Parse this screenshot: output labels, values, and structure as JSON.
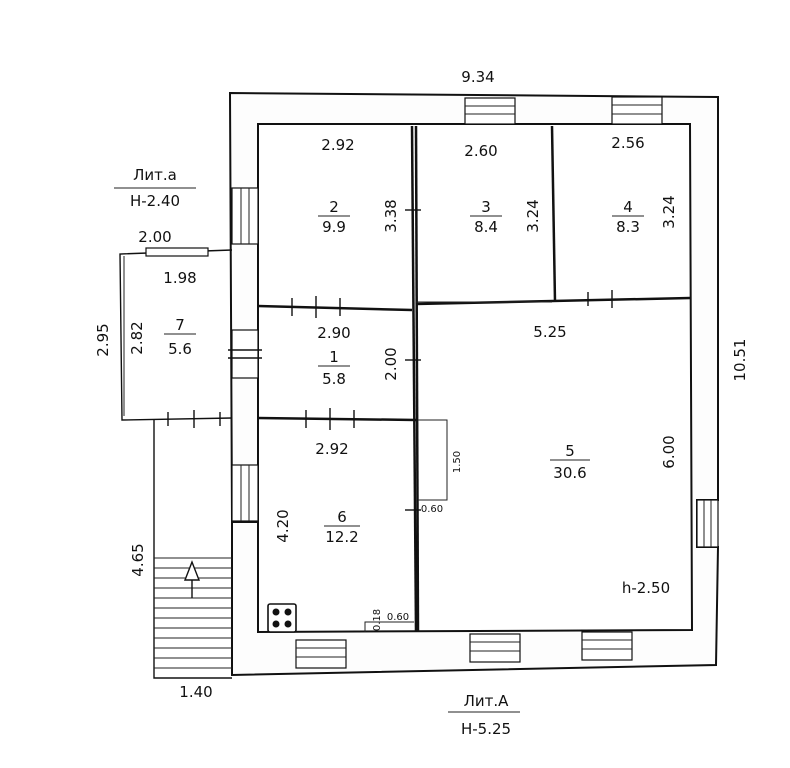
{
  "dimensions": {
    "total_width": "9.34",
    "total_length": "10.51",
    "side_height": "2.95",
    "stair_length": "4.65",
    "stair_width": "1.40",
    "porch_width": "2.00",
    "porch_inner_width": "1.98",
    "porch_inner_height": "2.82",
    "room2_width": "2.92",
    "room3_width": "2.60",
    "room4_width": "2.56",
    "room2_height": "3.38",
    "room3_height": "3.24",
    "room4_height": "3.24",
    "room1_width": "2.90",
    "room1_height": "2.00",
    "room5_width": "5.25",
    "room5_height": "6.00",
    "room6_width": "2.92",
    "room6_height": "4.20",
    "niche_height": "1.50",
    "niche_width": "0.60",
    "small_height": "0.18",
    "small_width": "0.60"
  },
  "rooms": [
    {
      "id": "1",
      "area": "5.8"
    },
    {
      "id": "2",
      "area": "9.9"
    },
    {
      "id": "3",
      "area": "8.4"
    },
    {
      "id": "4",
      "area": "8.3"
    },
    {
      "id": "5",
      "area": "30.6"
    },
    {
      "id": "6",
      "area": "12.2"
    },
    {
      "id": "7",
      "area": "5.6"
    }
  ],
  "labels": {
    "lit_small": "Лит.а",
    "lit_small_height": "Н-2.40",
    "lit_main": "Лит.А",
    "lit_main_height": "Н-5.25",
    "ceiling_height": "h-2.50"
  }
}
